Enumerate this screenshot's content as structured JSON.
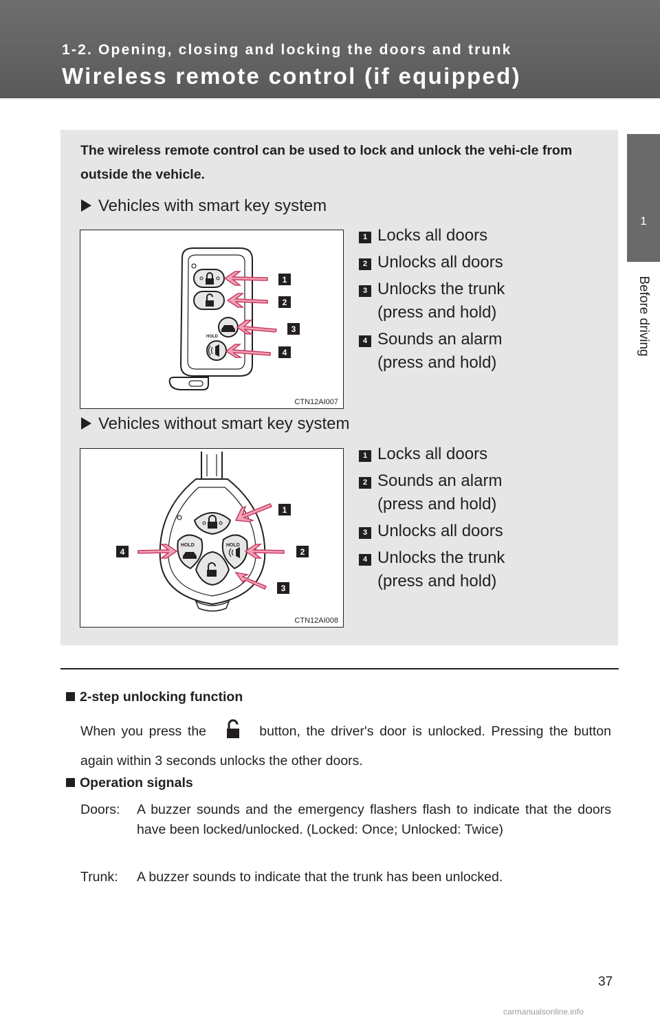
{
  "header": {
    "section": "1-2. Opening, closing and locking the doors and trunk",
    "title": "Wireless remote control (if equipped)"
  },
  "side_tab": {
    "number": "1",
    "label": "Before driving"
  },
  "intro": "The wireless remote control can be used to lock and unlock the vehi-cle from outside the vehicle.",
  "smart_key": {
    "heading": "Vehicles with smart key system",
    "figure_code": "CTN12AI007",
    "fob_label": "HOLD",
    "items": [
      {
        "num": "1",
        "text": "Locks all doors"
      },
      {
        "num": "2",
        "text": "Unlocks all doors"
      },
      {
        "num": "3",
        "text": "Unlocks the trunk",
        "sub": "(press and hold)"
      },
      {
        "num": "4",
        "text": "Sounds an alarm",
        "sub": "(press and hold)"
      }
    ]
  },
  "no_smart_key": {
    "heading": "Vehicles without smart key system",
    "figure_code": "CTN12AI008",
    "fob_label": "HOLD",
    "items": [
      {
        "num": "1",
        "text": "Locks all doors"
      },
      {
        "num": "2",
        "text": "Sounds an alarm",
        "sub": "(press and hold)"
      },
      {
        "num": "3",
        "text": "Unlocks all doors"
      },
      {
        "num": "4",
        "text": "Unlocks the trunk",
        "sub": "(press and hold)"
      }
    ]
  },
  "notes": {
    "two_step": {
      "heading": "2-step unlocking function",
      "text_before": "When you press the",
      "text_after": "button, the driver's door is unlocked. Pressing the button again within 3 seconds unlocks the other doors."
    },
    "signals": {
      "heading": "Operation signals",
      "doors_label": "Doors:",
      "doors_text": "A buzzer sounds and the emergency flashers flash to indicate that the doors have been locked/unlocked. (Locked: Once; Unlocked: Twice)",
      "trunk_label": "Trunk:",
      "trunk_text": "A buzzer sounds to indicate that the trunk has been unlocked."
    }
  },
  "page_number": "37",
  "watermark": "carmanualsonline.info"
}
